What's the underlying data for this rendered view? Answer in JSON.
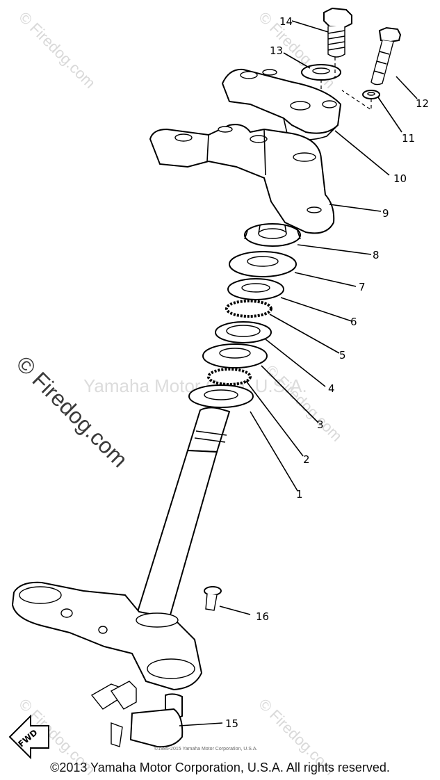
{
  "watermark": {
    "brand": "© Firedog.com",
    "center_text": "Yamaha Motor Corp. U.S.A."
  },
  "callouts": [
    "14",
    "13",
    "12",
    "11",
    "10",
    "9",
    "8",
    "7",
    "6",
    "5",
    "4",
    "3",
    "2",
    "1",
    "16",
    "15"
  ],
  "fwd_label": "FWD",
  "small_notice": "©1985-2015 Yamaha Motor Corporation, U.S.A.",
  "footer": {
    "copyright": "©2013 Yamaha Motor Corporation, U.S.A. All rights reserved."
  }
}
